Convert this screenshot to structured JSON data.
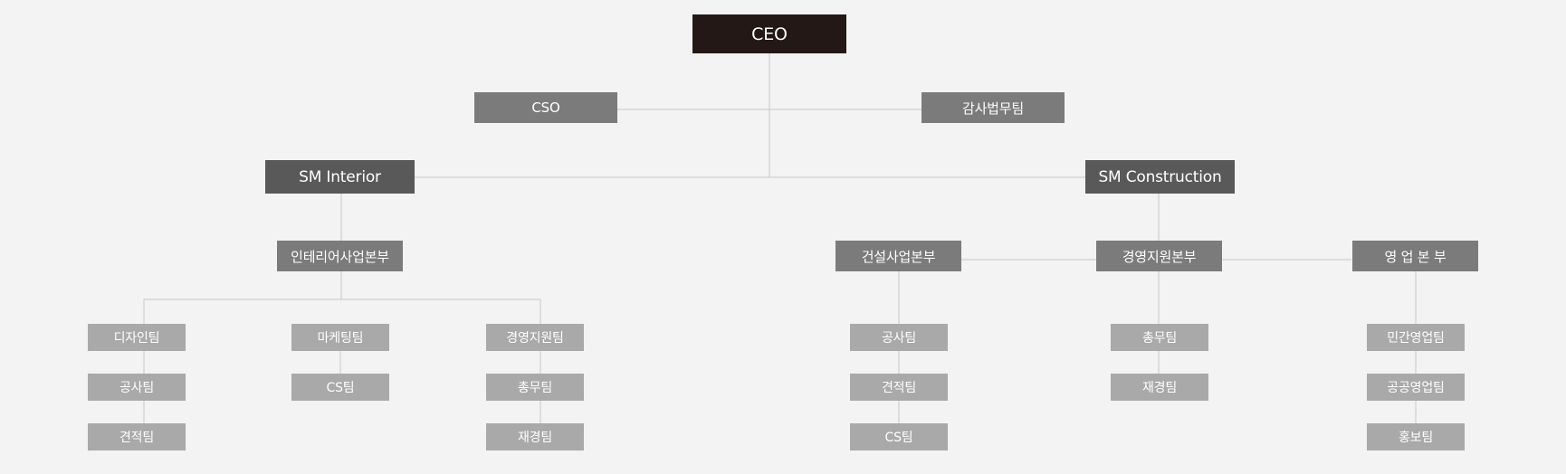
{
  "colors": {
    "background": "#f3f3f3",
    "connector": "#c7c7c7",
    "ceo": "#231815",
    "executive": "#7b7b7b",
    "company": "#5a5959",
    "division": "#7b7b7b",
    "team": "#a9a9a9",
    "text": "#ffffff"
  },
  "org": {
    "ceo": "CEO",
    "cso": "CSO",
    "audit_legal": "감사법무팀",
    "sm_interior": {
      "name": "SM Interior",
      "division": {
        "name": "인테리어사업본부",
        "groups": [
          {
            "teams": [
              "디자인팀",
              "공사팀",
              "견적팀"
            ]
          },
          {
            "teams": [
              "마케팅팀",
              "CS팀"
            ]
          },
          {
            "teams": [
              "경영지원팀",
              "총무팀",
              "재경팀"
            ]
          }
        ]
      }
    },
    "sm_construction": {
      "name": "SM Construction",
      "divisions": [
        {
          "name": "건설사업본부",
          "teams": [
            "공사팀",
            "견적팀",
            "CS팀"
          ]
        },
        {
          "name": "경영지원본부",
          "teams": [
            "총무팀",
            "재경팀"
          ]
        },
        {
          "name": "영 업 본 부",
          "teams": [
            "민간영업팀",
            "공공영업팀",
            "홍보팀"
          ]
        }
      ]
    }
  }
}
